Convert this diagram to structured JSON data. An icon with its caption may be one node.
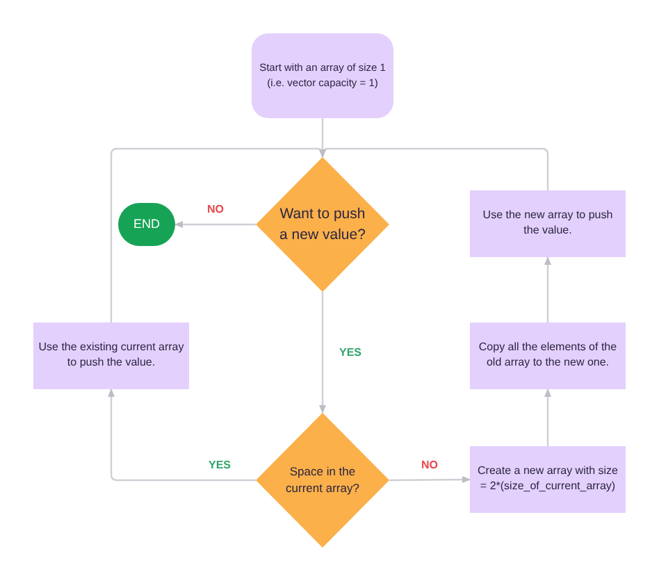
{
  "diagram": {
    "nodes": [
      {
        "text": [
          "Start with an array of size 1 (i.e. vector capacity = 1)"
        ]
      },
      {
        "text": [
          "Want to push a new value?"
        ]
      },
      {
        "text": [
          "END"
        ]
      },
      {
        "text": [
          "Use the new array to push the value."
        ]
      },
      {
        "text": [
          "Use the existing current array to push the value."
        ]
      },
      {
        "text": [
          "Copy all the elements of the old array to the new one."
        ]
      },
      {
        "text": [
          "Space in the current array?"
        ]
      },
      {
        "text": [
          "Create a new array with size = 2*(size_of_current_array)"
        ]
      }
    ],
    "edges": [
      {
        "from": 0,
        "to": 1,
        "arrow": "to"
      },
      {
        "from": 1,
        "to": 2,
        "arrow": "to",
        "label": "NO"
      },
      {
        "from": 1,
        "to": 6,
        "arrow": "to",
        "label": "YES"
      },
      {
        "from": 6,
        "to": 4,
        "arrow": "to",
        "label": "YES"
      },
      {
        "from": 6,
        "to": 7,
        "arrow": "to",
        "label": "NO"
      },
      {
        "from": 7,
        "to": 5,
        "arrow": "to"
      },
      {
        "from": 5,
        "to": 3,
        "arrow": "to"
      },
      {
        "from": 3,
        "to": 1,
        "arrow": "to"
      },
      {
        "from": 4,
        "to": 1,
        "arrow": "to"
      }
    ]
  }
}
